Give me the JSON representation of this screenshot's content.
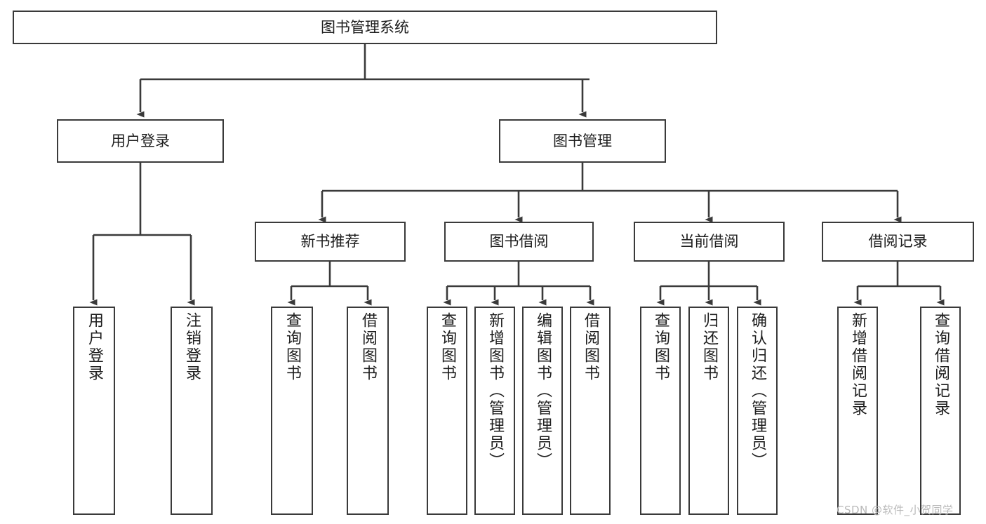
{
  "diagram": {
    "title": "图书管理系统",
    "type": "hierarchy-tree",
    "line_color": "#3a3a3a",
    "box_fill": "#ffffff",
    "text_color": "#1d1d1d",
    "levels": {
      "root": {
        "label": "图书管理系统"
      },
      "level2": [
        {
          "label": "用户登录"
        },
        {
          "label": "图书管理"
        }
      ],
      "level3": [
        {
          "label": "新书推荐"
        },
        {
          "label": "图书借阅"
        },
        {
          "label": "当前借阅"
        },
        {
          "label": "借阅记录"
        }
      ],
      "leaves": {
        "user_login": [
          {
            "label": "用户登录"
          },
          {
            "label": "注销登录"
          }
        ],
        "new_book_recommend": [
          {
            "label": "查询图书"
          },
          {
            "label": "借阅图书"
          }
        ],
        "book_borrow": [
          {
            "label": "查询图书"
          },
          {
            "label": "新增图书（管理员）"
          },
          {
            "label": "编辑图书（管理员）"
          },
          {
            "label": "借阅图书"
          }
        ],
        "current_borrow": [
          {
            "label": "查询图书"
          },
          {
            "label": "归还图书"
          },
          {
            "label": "确认归还（管理员）"
          }
        ],
        "borrow_record": [
          {
            "label": "新增借阅记录"
          },
          {
            "label": "查询借阅记录"
          }
        ]
      }
    }
  },
  "watermark": {
    "text": "CSDN @软件_小贺同学",
    "color": "#b9b9b9"
  }
}
